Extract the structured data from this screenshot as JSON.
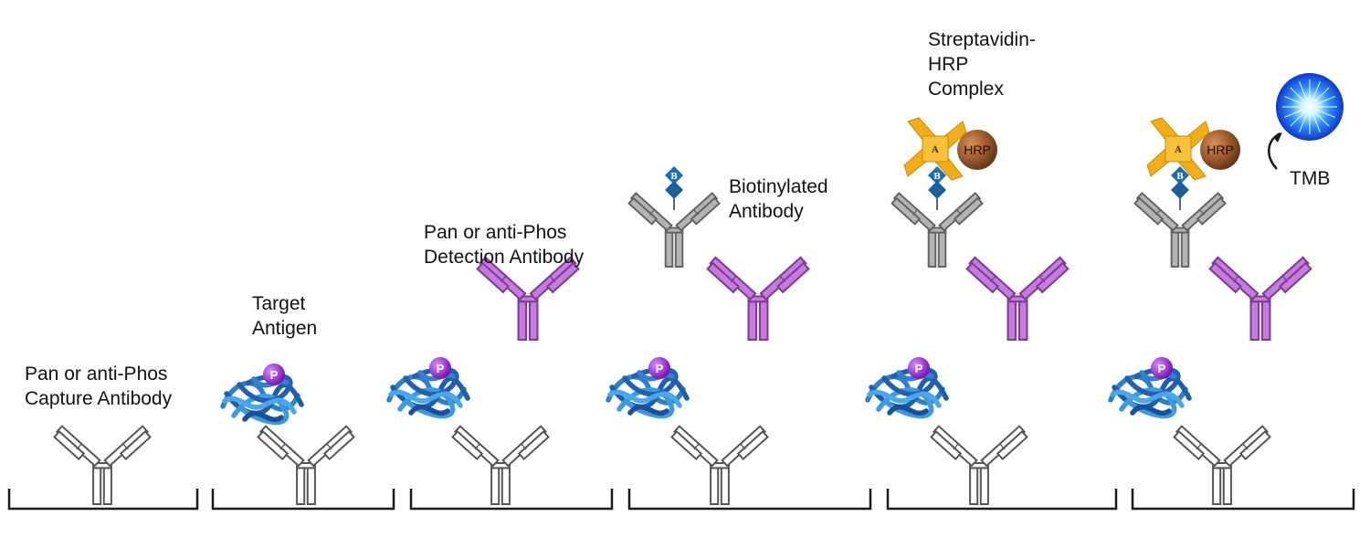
{
  "labels": {
    "capture": [
      "Pan or anti-Phos",
      "Capture Antibody"
    ],
    "antigen": [
      "Target",
      "Antigen"
    ],
    "detection": [
      "Pan or anti-Phos",
      "Detection Antibody"
    ],
    "biotinylated": [
      "Biotinylated",
      "Antibody"
    ],
    "complex": [
      "Streptavidin-",
      "HRP",
      "Complex"
    ],
    "substrate": "TMB"
  },
  "glyphs": {
    "phosphate": "P",
    "biotin": "B",
    "avidin": "A",
    "hrp": "HRP"
  },
  "colors": {
    "capture_antibody": "#ffffff",
    "antigen": "#2f7fc6",
    "detection_antibody": "#c77be0",
    "biotinylated_antibody": "#b4b4b4",
    "biotin": "#1f6fae",
    "streptavidin": "#f2ae1a",
    "hrp": "#9a5a2e",
    "phosphate": "#8e24c4",
    "signal": "#2a8cff"
  }
}
